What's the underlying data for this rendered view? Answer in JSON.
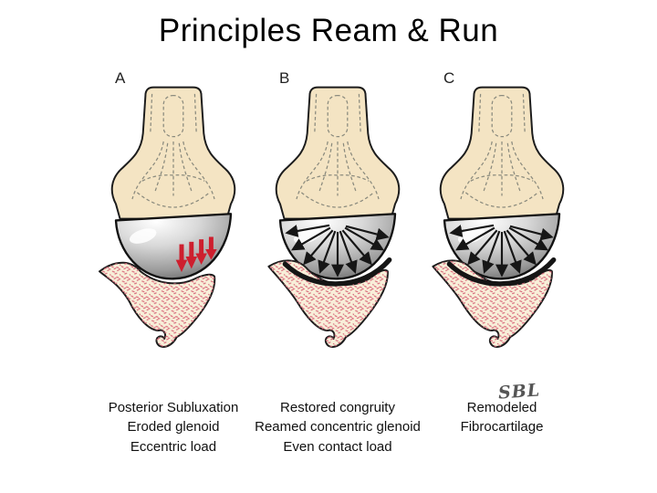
{
  "title": "Principles Ream & Run",
  "panels": [
    {
      "label": "A",
      "caption": [
        "Posterior Subluxation",
        "Eroded glenoid",
        "Eccentric load"
      ]
    },
    {
      "label": "B",
      "caption": [
        "Restored congruity",
        "Reamed concentric glenoid",
        "Even contact load"
      ]
    },
    {
      "label": "C",
      "caption": [
        "Remodeled",
        "Fibrocartilage"
      ]
    }
  ],
  "signature": "SBL",
  "colors": {
    "bone": "#f4e4c3",
    "bone_light": "#f8efd9",
    "stipple": "#d96a7c",
    "arrow_red": "#ce1f2e",
    "arrow_black": "#161616",
    "outline": "#1c1c1c",
    "background": "#ffffff"
  }
}
